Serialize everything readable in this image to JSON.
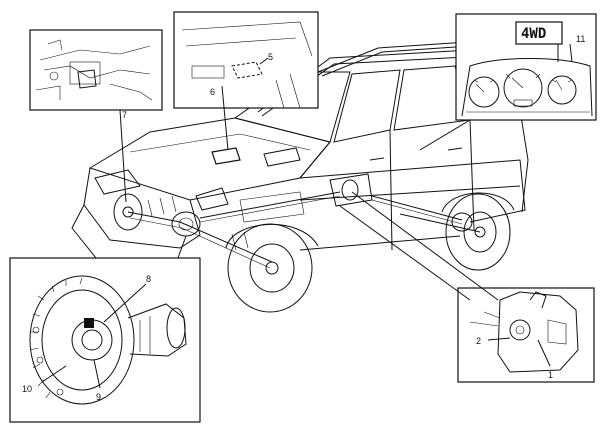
{
  "callouts": {
    "c1": "1",
    "c2": "2",
    "c5": "5",
    "c6": "6",
    "c7": "7",
    "c8": "8",
    "c9": "9",
    "c10": "10",
    "c11": "11"
  },
  "indicator": {
    "text": "4WD"
  }
}
